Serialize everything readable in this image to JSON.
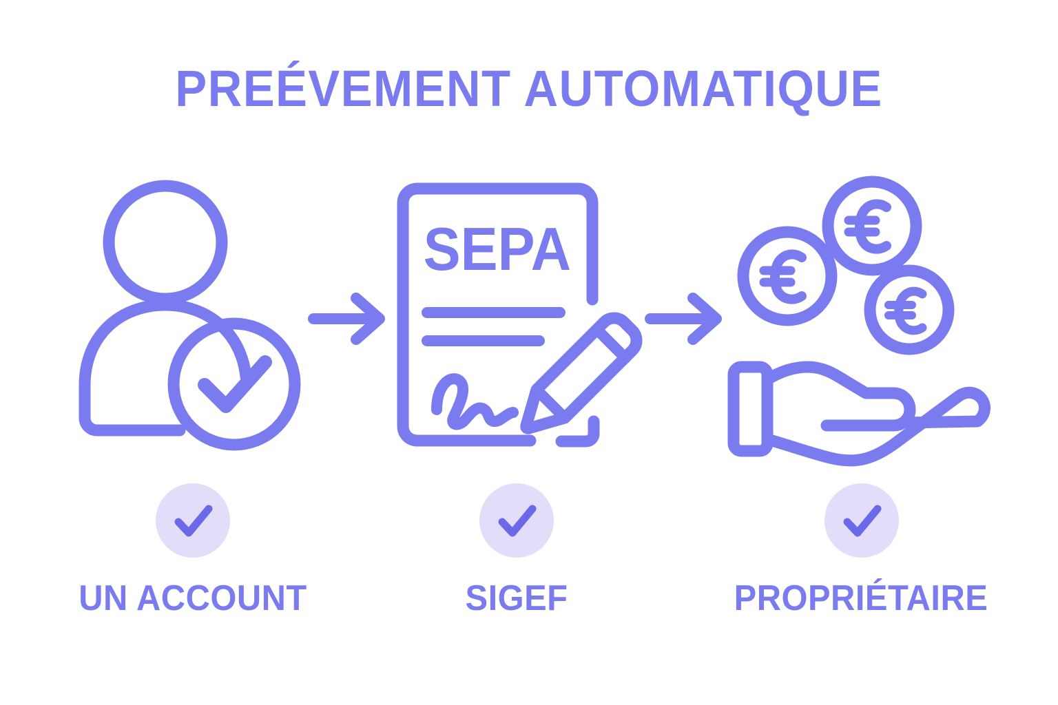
{
  "page": {
    "background_color": "#ffffff",
    "accent_color": "#7b7bf0",
    "badge_background_color": "#e3ddf9",
    "badge_check_color": "#6a6ae8"
  },
  "title": "PREÉVEMENT AUTOMATIQUE",
  "document": {
    "heading": "SEPA"
  },
  "steps": [
    {
      "label": "UN ACCOUNT",
      "icon": "user-verified-icon",
      "check": "check-icon"
    },
    {
      "label": "SIGEF",
      "icon": "signed-document-icon",
      "check": "check-icon"
    },
    {
      "label": "PROPRIÉTAIRE",
      "icon": "coins-in-hand-icon",
      "check": "check-icon"
    }
  ],
  "connectors": [
    {
      "icon": "arrow-right-icon"
    },
    {
      "icon": "arrow-right-icon"
    }
  ],
  "coins": [
    {
      "symbol": "€"
    },
    {
      "symbol": "€"
    },
    {
      "symbol": "€"
    }
  ]
}
